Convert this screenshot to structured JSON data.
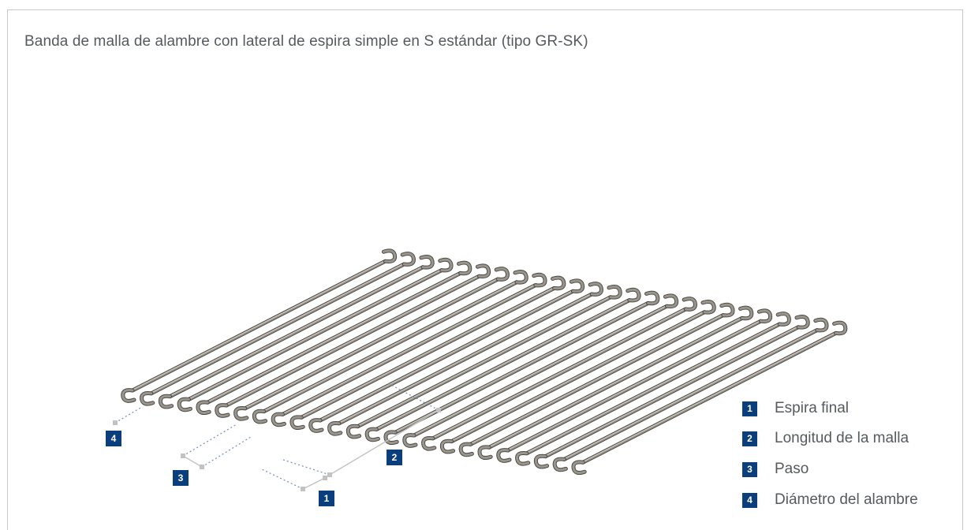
{
  "title": "Banda de malla de alambre con lateral de espira simple en S estándar (tipo GR-SK)",
  "legend": [
    {
      "num": "1",
      "label": "Espira final"
    },
    {
      "num": "2",
      "label": "Longitud de la malla"
    },
    {
      "num": "3",
      "label": "Paso"
    },
    {
      "num": "4",
      "label": "Diámetro del alambre"
    }
  ],
  "callouts": {
    "c1": "1",
    "c2": "2",
    "c3": "3",
    "c4": "4"
  },
  "colors": {
    "badge": "#0b3e7c",
    "wire": "#9a958d",
    "dim": "#c2c2c2",
    "dim_dot": "#6f8fb8"
  }
}
